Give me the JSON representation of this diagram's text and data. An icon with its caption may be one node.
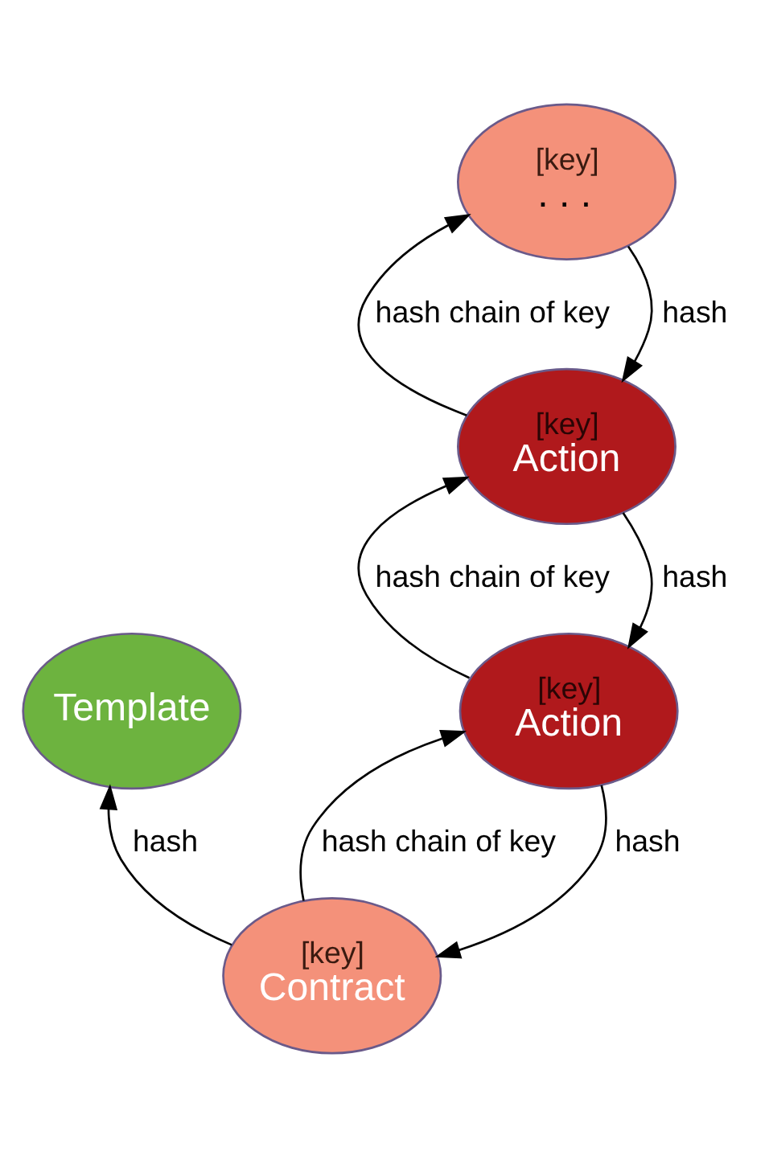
{
  "diagram": {
    "nodes": [
      {
        "text": [
          "Template"
        ]
      },
      {
        "text": [
          "[key]",
          "Contract"
        ]
      },
      {
        "text": [
          "[key]",
          "Action"
        ]
      },
      {
        "text": [
          "[key]",
          "Action"
        ]
      },
      {
        "text": [
          "[key]",
          ". . ."
        ]
      }
    ],
    "edges": [
      {
        "from": 1,
        "to": 0,
        "arrow": "to",
        "label": "hash"
      },
      {
        "from": 2,
        "to": 1,
        "arrow": "to",
        "label": "hash"
      },
      {
        "from": 1,
        "to": 2,
        "arrow": "to",
        "label": "hash chain of key"
      },
      {
        "from": 3,
        "to": 2,
        "arrow": "to",
        "label": "hash"
      },
      {
        "from": 2,
        "to": 3,
        "arrow": "to",
        "label": "hash chain of key"
      },
      {
        "from": 4,
        "to": 3,
        "arrow": "to",
        "label": "hash"
      },
      {
        "from": 3,
        "to": 4,
        "arrow": "to",
        "label": "hash chain of key"
      }
    ]
  }
}
